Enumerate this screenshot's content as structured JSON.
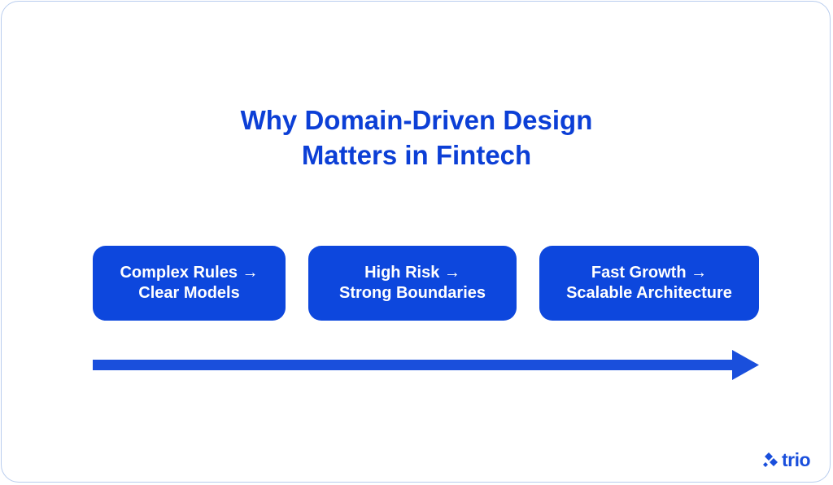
{
  "title": {
    "line1": "Why Domain-Driven Design",
    "line2": "Matters in Fintech"
  },
  "steps": [
    {
      "line1": "Complex Rules →",
      "line2": "Clear Models"
    },
    {
      "line1": "High Risk →",
      "line2": "Strong Boundaries"
    },
    {
      "line1": "Fast Growth →",
      "line2": "Scalable Architecture"
    }
  ],
  "logo": {
    "text": "trio",
    "icon": "trio-logo-mark-icon"
  },
  "colors": {
    "title": "#0c3fd6",
    "box_fill": "#0d47dd",
    "box_text": "#ffffff",
    "arrow": "#1a4fdc",
    "frame_border": "#b9cdee"
  }
}
